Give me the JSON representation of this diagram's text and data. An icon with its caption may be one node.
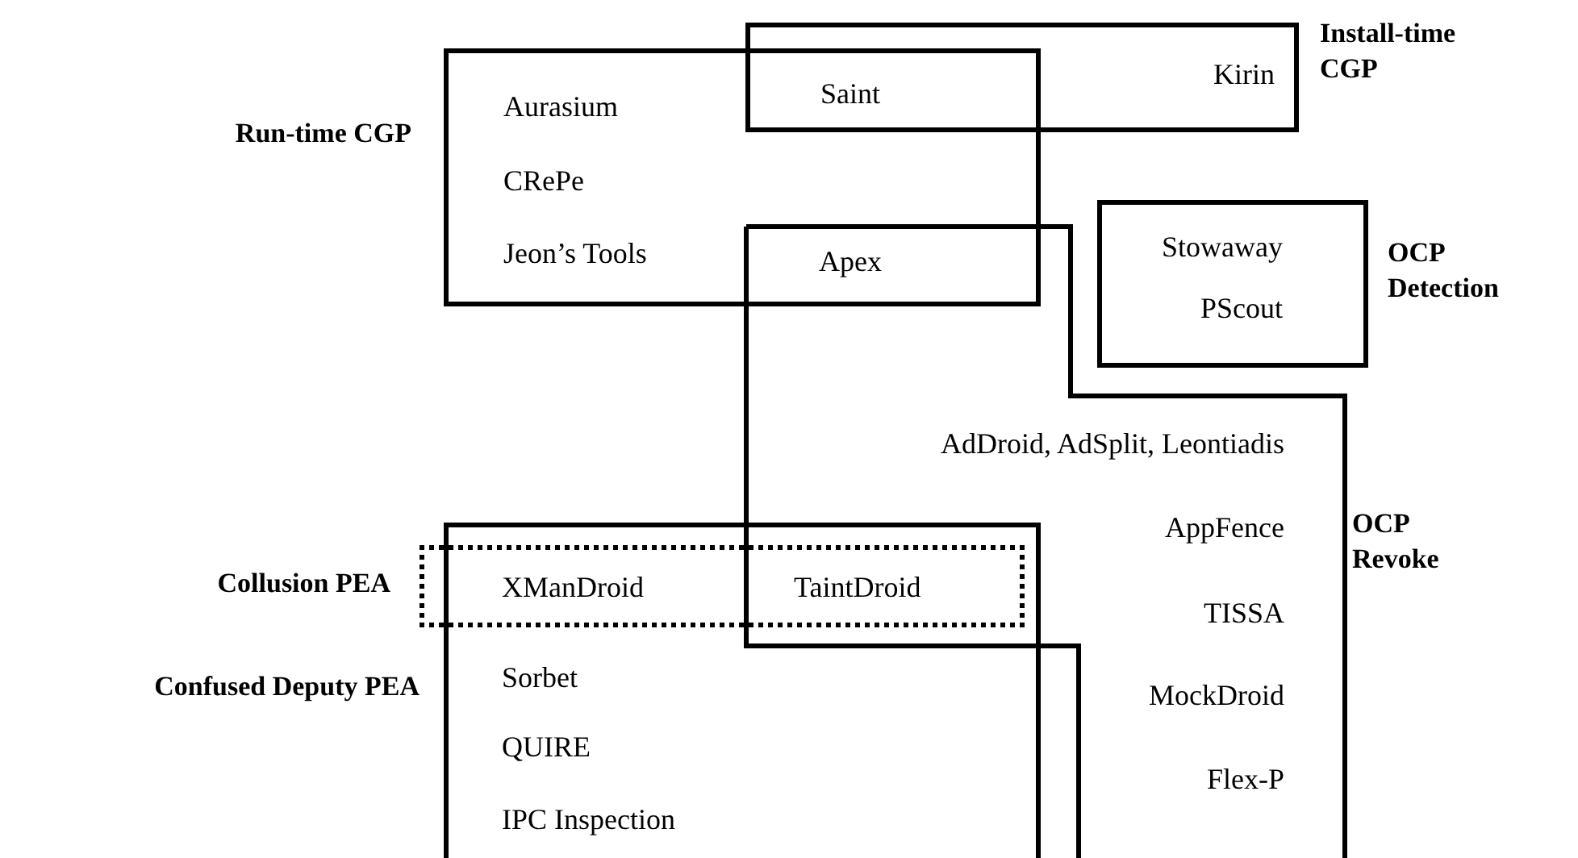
{
  "diagram": {
    "nodes": [
      {
        "text": [
          "Run-time CGP"
        ]
      },
      {
        "text": [
          "Install-time CGP"
        ]
      },
      {
        "text": [
          "OCP Detection"
        ]
      },
      {
        "text": [
          "OCP Revoke"
        ]
      },
      {
        "text": [
          "Confused Deputy PEA"
        ]
      },
      {
        "text": [
          "Collusion PEA"
        ]
      }
    ],
    "labels": [
      "Saint",
      "Kirin",
      "Aurasium",
      "CRePe",
      "Jeon’s Tools",
      "Apex",
      "Stowaway",
      "PScout",
      "AdDroid, AdSplit, Leontiadis",
      "AppFence",
      "XManDroid",
      "TaintDroid",
      "TISSA",
      "Sorbet",
      "MockDroid",
      "QUIRE",
      "Flex-P",
      "IPC Inspection"
    ]
  }
}
